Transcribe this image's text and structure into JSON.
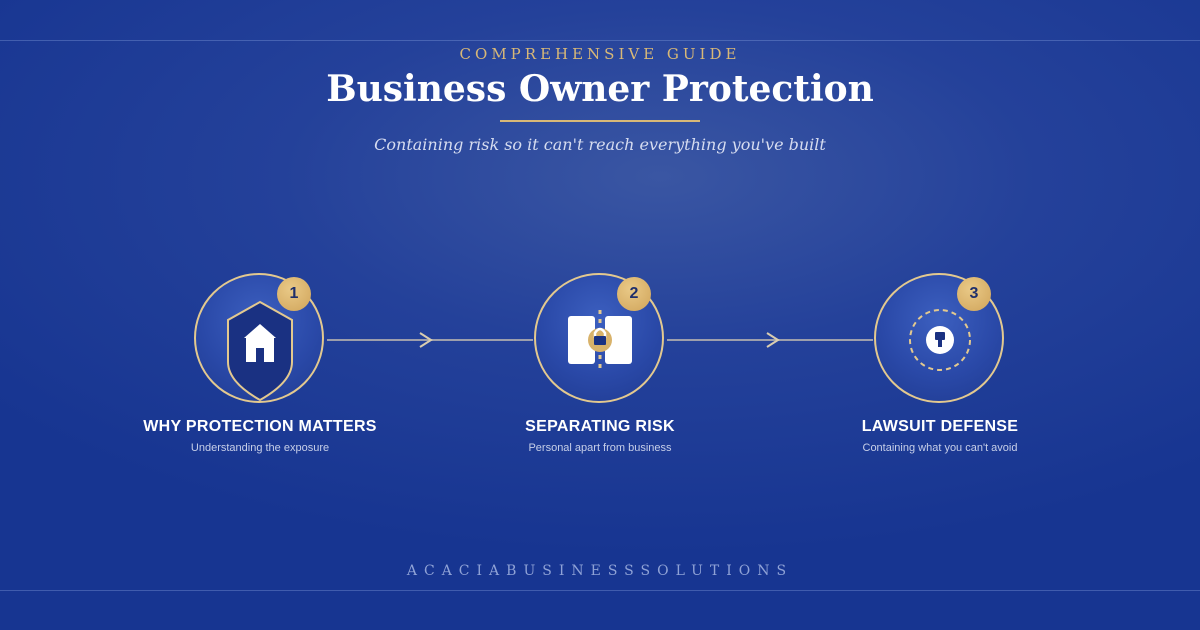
{
  "header": {
    "eyebrow": "COMPREHENSIVE GUIDE",
    "title": "Business Owner Protection",
    "subtitle": "Containing risk so it can't reach everything you've built"
  },
  "steps": [
    {
      "number": "1",
      "title": "WHY PROTECTION MATTERS",
      "description": "Understanding the exposure",
      "icon": "shield-house-icon"
    },
    {
      "number": "2",
      "title": "SEPARATING RISK",
      "description": "Personal apart from business",
      "icon": "lock-divider-icon"
    },
    {
      "number": "3",
      "title": "LAWSUIT DEFENSE",
      "description": "Containing what you can't avoid",
      "icon": "contained-keyhole-icon"
    }
  ],
  "footer": {
    "brand": "ACACIABUSINESSSOLUTIONS"
  },
  "colors": {
    "accent_gold": "#d8b877",
    "background": "#24419a",
    "text_primary": "#ffffff"
  }
}
